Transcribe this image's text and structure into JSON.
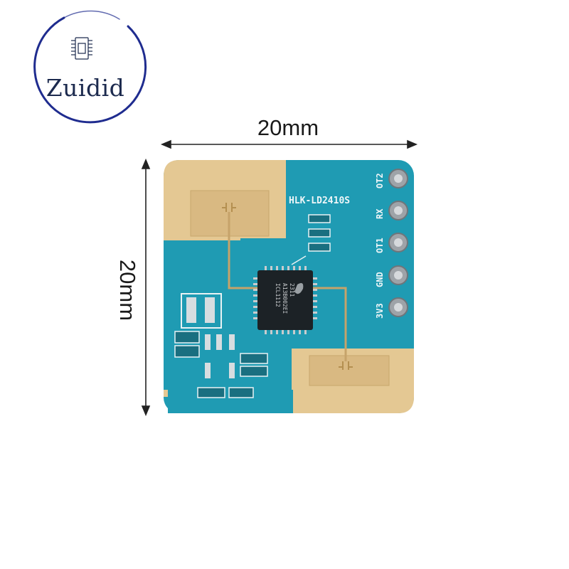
{
  "brand": {
    "name": "Zuidid",
    "ring_color": "#1f2c8f",
    "text_color": "#1c2a4e"
  },
  "dimensions": {
    "width_label": "20mm",
    "height_label": "20mm"
  },
  "board": {
    "model": "HLK-LD2410S",
    "chip_lines": [
      "ICL1112",
      "A13B002EI",
      "2311"
    ],
    "pins": [
      "OT2",
      "RX",
      "OT1",
      "GND",
      "3V3"
    ],
    "pcb_color": "#1f9bb3",
    "antenna_color": "#e4c893"
  }
}
